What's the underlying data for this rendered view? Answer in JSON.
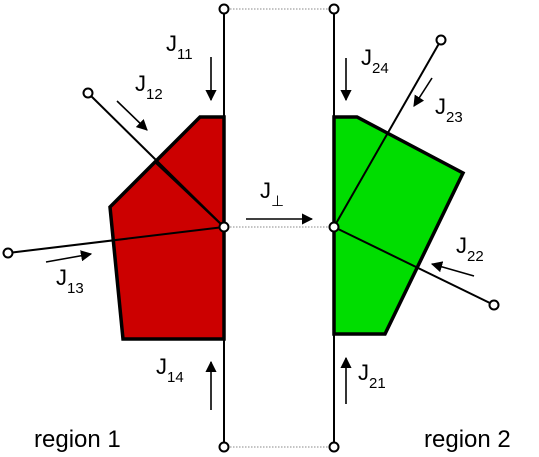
{
  "diagram": {
    "regions": [
      {
        "name": "region 1",
        "fill": "#cc0000"
      },
      {
        "name": "region 2",
        "fill": "#00dd00"
      }
    ],
    "flux_labels": {
      "J11": {
        "base": "J",
        "sub": "11"
      },
      "J12": {
        "base": "J",
        "sub": "12"
      },
      "J13": {
        "base": "J",
        "sub": "13"
      },
      "J14": {
        "base": "J",
        "sub": "14"
      },
      "J21": {
        "base": "J",
        "sub": "21"
      },
      "J22": {
        "base": "J",
        "sub": "22"
      },
      "J23": {
        "base": "J",
        "sub": "23"
      },
      "J24": {
        "base": "J",
        "sub": "24"
      },
      "Jperp": {
        "base": "J",
        "sub": "⊥"
      }
    },
    "colors": {
      "stroke": "#000000",
      "dotted": "#888888",
      "background": "#ffffff"
    }
  }
}
